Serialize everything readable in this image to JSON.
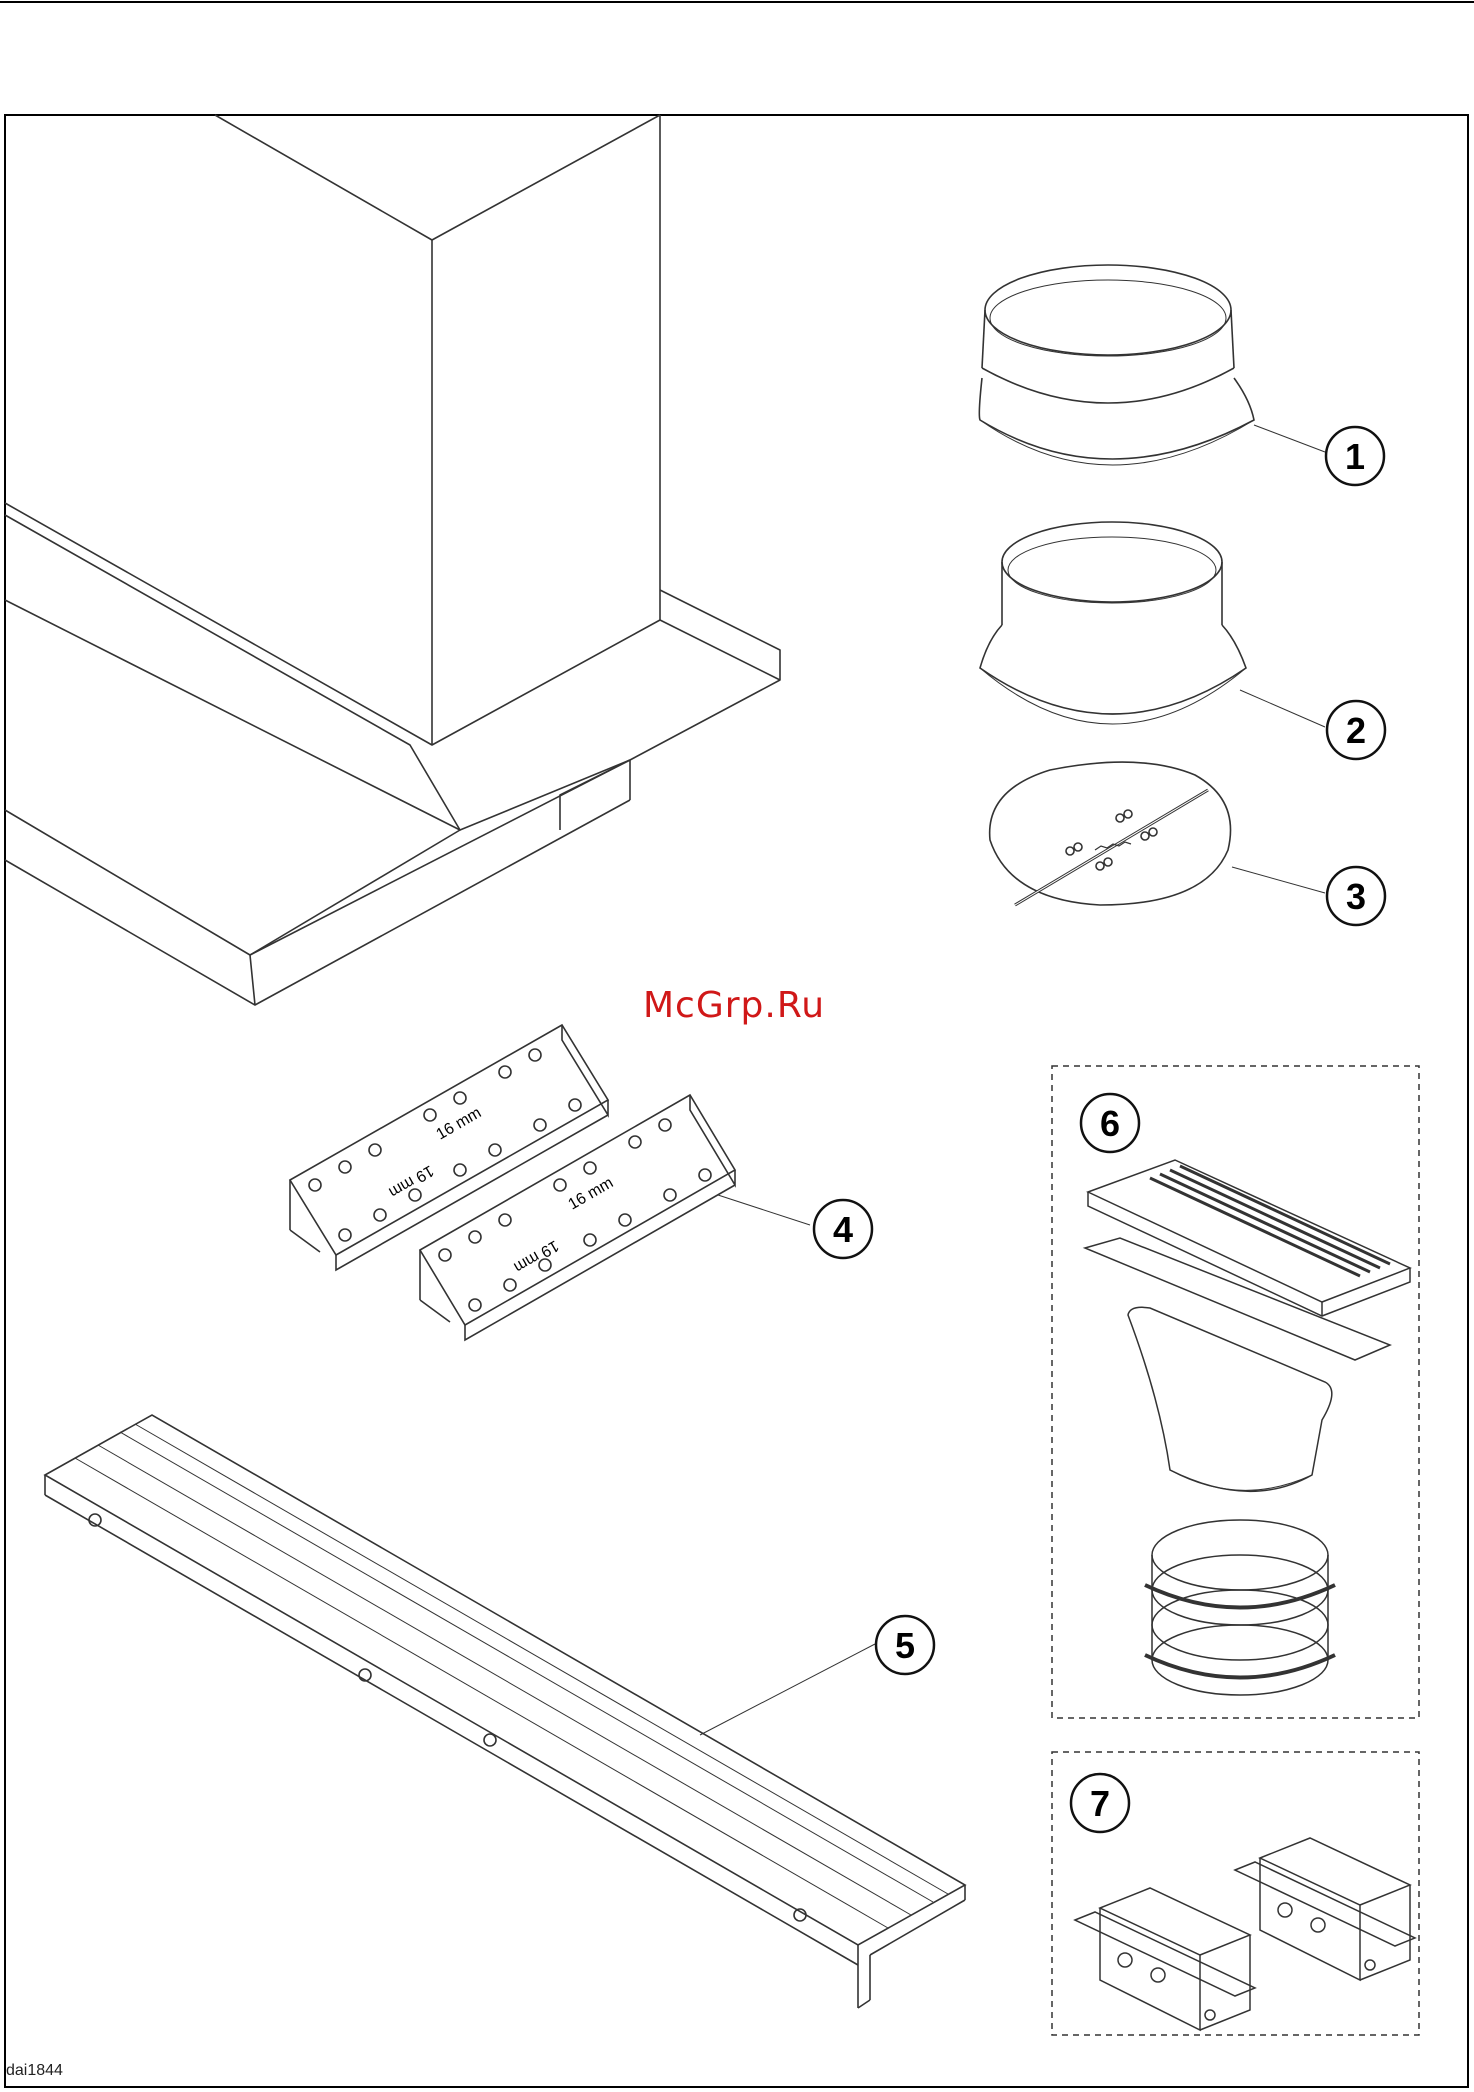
{
  "figure": {
    "callouts": [
      "1",
      "2",
      "3",
      "4",
      "5",
      "6",
      "7"
    ],
    "bracket_labels": {
      "a_16": "16 mm",
      "a_19": "19 mm",
      "b_16": "16 mm",
      "b_19": "19 mm"
    },
    "watermark": "McGrp.Ru",
    "doc_code": "dai1844"
  }
}
